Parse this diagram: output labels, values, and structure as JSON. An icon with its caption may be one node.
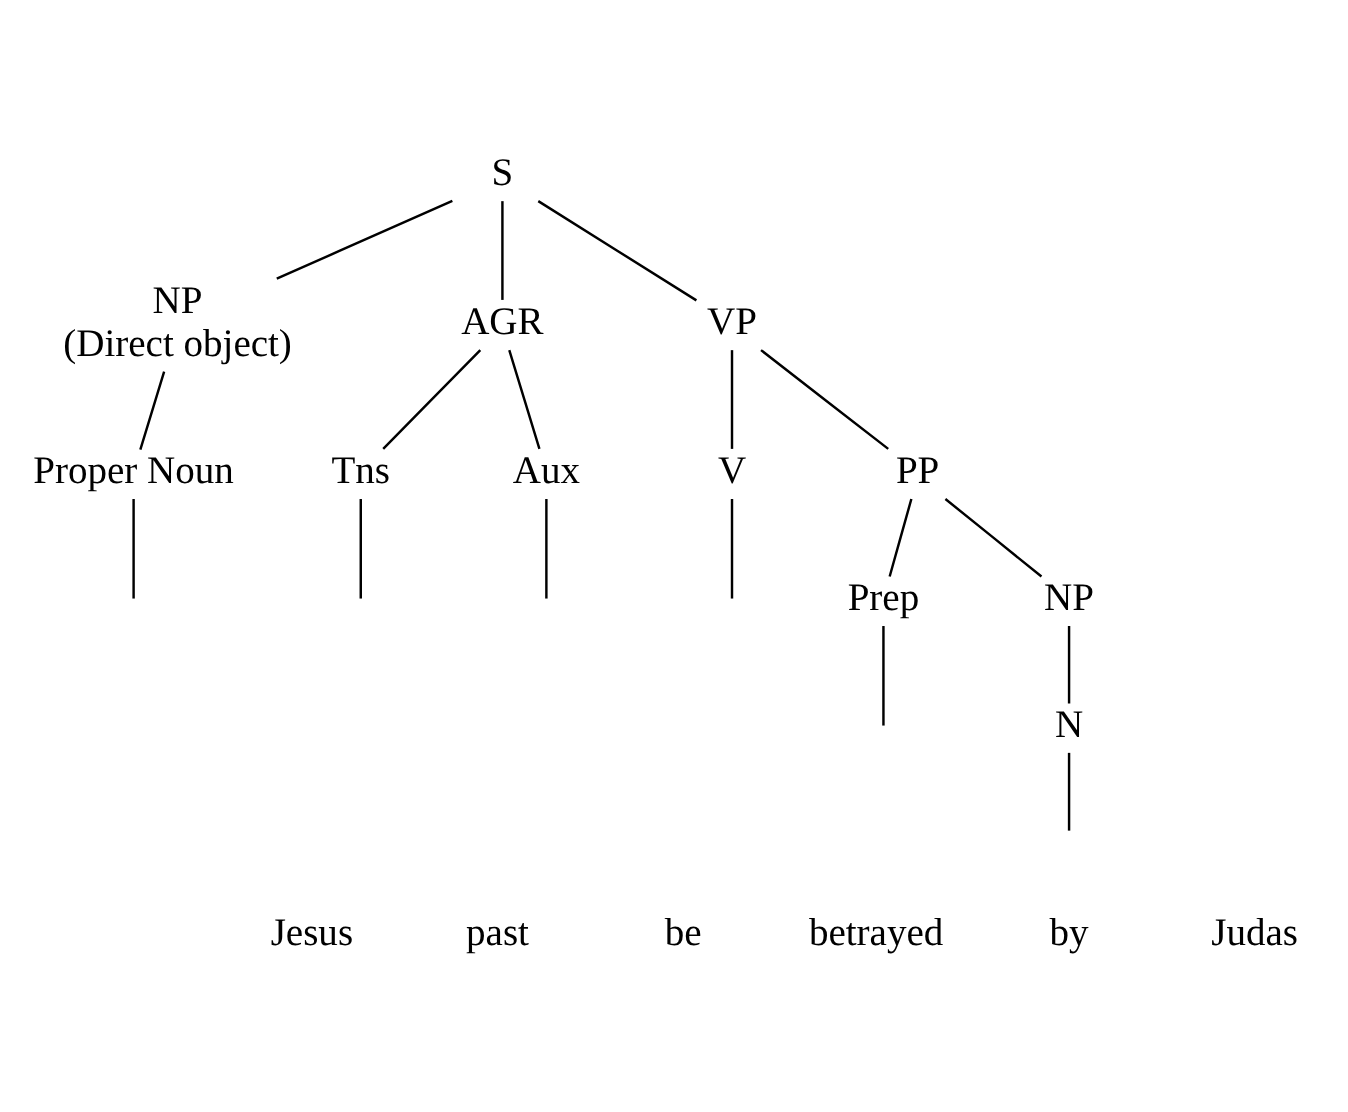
{
  "diagram": {
    "nodes": [
      {
        "text": [
          "S"
        ]
      },
      {
        "text": [
          "NP",
          "(Direct object)"
        ]
      },
      {
        "text": [
          "AGR"
        ]
      },
      {
        "text": [
          "VP"
        ]
      },
      {
        "text": [
          "Proper Noun"
        ]
      },
      {
        "text": [
          "Tns"
        ]
      },
      {
        "text": [
          "Aux"
        ]
      },
      {
        "text": [
          "V"
        ]
      },
      {
        "text": [
          "PP"
        ]
      },
      {
        "text": [
          "Prep"
        ]
      },
      {
        "text": [
          "NP"
        ]
      },
      {
        "text": [
          "N"
        ]
      }
    ],
    "edges": [
      {
        "from": 0,
        "to": 1,
        "arrow": "none"
      },
      {
        "from": 0,
        "to": 2,
        "arrow": "none"
      },
      {
        "from": 0,
        "to": 3,
        "arrow": "none"
      },
      {
        "from": 1,
        "to": 4,
        "arrow": "none"
      },
      {
        "from": 2,
        "to": 5,
        "arrow": "none"
      },
      {
        "from": 2,
        "to": 6,
        "arrow": "none"
      },
      {
        "from": 3,
        "to": 7,
        "arrow": "none"
      },
      {
        "from": 3,
        "to": 8,
        "arrow": "none"
      },
      {
        "from": 8,
        "to": 9,
        "arrow": "none"
      },
      {
        "from": 8,
        "to": 10,
        "arrow": "none"
      },
      {
        "from": 10,
        "to": 11,
        "arrow": "none"
      },
      {
        "from": 4,
        "to": null,
        "arrow": "none"
      },
      {
        "from": 5,
        "to": null,
        "arrow": "none"
      },
      {
        "from": 6,
        "to": null,
        "arrow": "none"
      },
      {
        "from": 7,
        "to": null,
        "arrow": "none"
      },
      {
        "from": 9,
        "to": null,
        "arrow": "none"
      },
      {
        "from": 11,
        "to": null,
        "arrow": "none"
      }
    ],
    "labels": [
      "Jesus",
      "past",
      "be",
      "betrayed",
      "by",
      "Judas"
    ]
  }
}
